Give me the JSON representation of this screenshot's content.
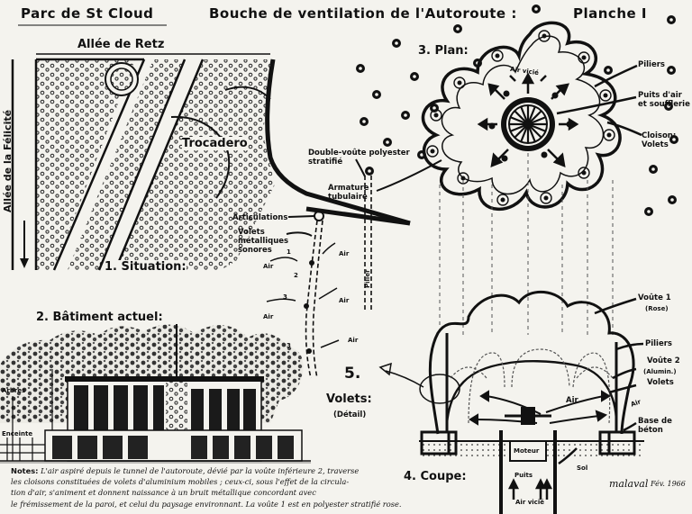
{
  "header": {
    "left_title": "Parc de St Cloud",
    "center_title": "Bouche de ventilation de l'Autoroute :",
    "plate": "Planche I"
  },
  "situation": {
    "road_top": "Allée de Retz",
    "road_left": "Allée de la Félicité",
    "area": "Trocadero",
    "caption": "1. Situation:"
  },
  "plan": {
    "caption": "3. Plan:",
    "air_label": "Air vicié",
    "piliers": "Piliers",
    "puits": "Puits d'air et soufflerie",
    "cloison": "Cloison: Volets"
  },
  "detail": {
    "double_voute": "Double-voûte polyester stratifié",
    "armature": "Armature tubulaire",
    "articulations": "Articulations",
    "volets": "Volets métalliques sonores",
    "air": "Air",
    "piliers_small": "Pilier",
    "nums": [
      "1",
      "2",
      "3",
      "3"
    ],
    "caption_num": "5.",
    "caption": "Volets:",
    "caption_sub": "(Détail)"
  },
  "batiment": {
    "caption": "2. Bâtiment actuel:",
    "arbres": "Arbres",
    "enceinte": "Enceinte"
  },
  "coupe": {
    "caption": "4. Coupe:",
    "voute1": "Voûte 1",
    "voute1_sub": "(Rose)",
    "piliers": "Piliers",
    "voute2": "Voûte 2",
    "voute2_sub": "(Alumin.)",
    "volets": "Volets",
    "air": "Air",
    "air_small": "Air",
    "base": "Base de béton",
    "moteur": "Moteur",
    "puits": "Puits",
    "air_vicie": "Air vicié",
    "sol": "Sol"
  },
  "notes": {
    "label": "Notes:",
    "line1": "L'air aspiré depuis le tunnel de l'autoroute, dévié par la voûte inférieure 2, traverse",
    "line2": "les cloisons constituées de volets d'aluminium mobiles ; ceux-ci, sous l'effet de la circula-",
    "line3": "tion d'air, s'animent et donnent naissance à un bruit métallique concordant avec",
    "line4": "le frémissement de la paroi, et celui du paysage environnant. La voûte 1 est en polyester stratifié rose."
  },
  "signature": {
    "name": "malaval",
    "date": "Fév. 1966"
  }
}
